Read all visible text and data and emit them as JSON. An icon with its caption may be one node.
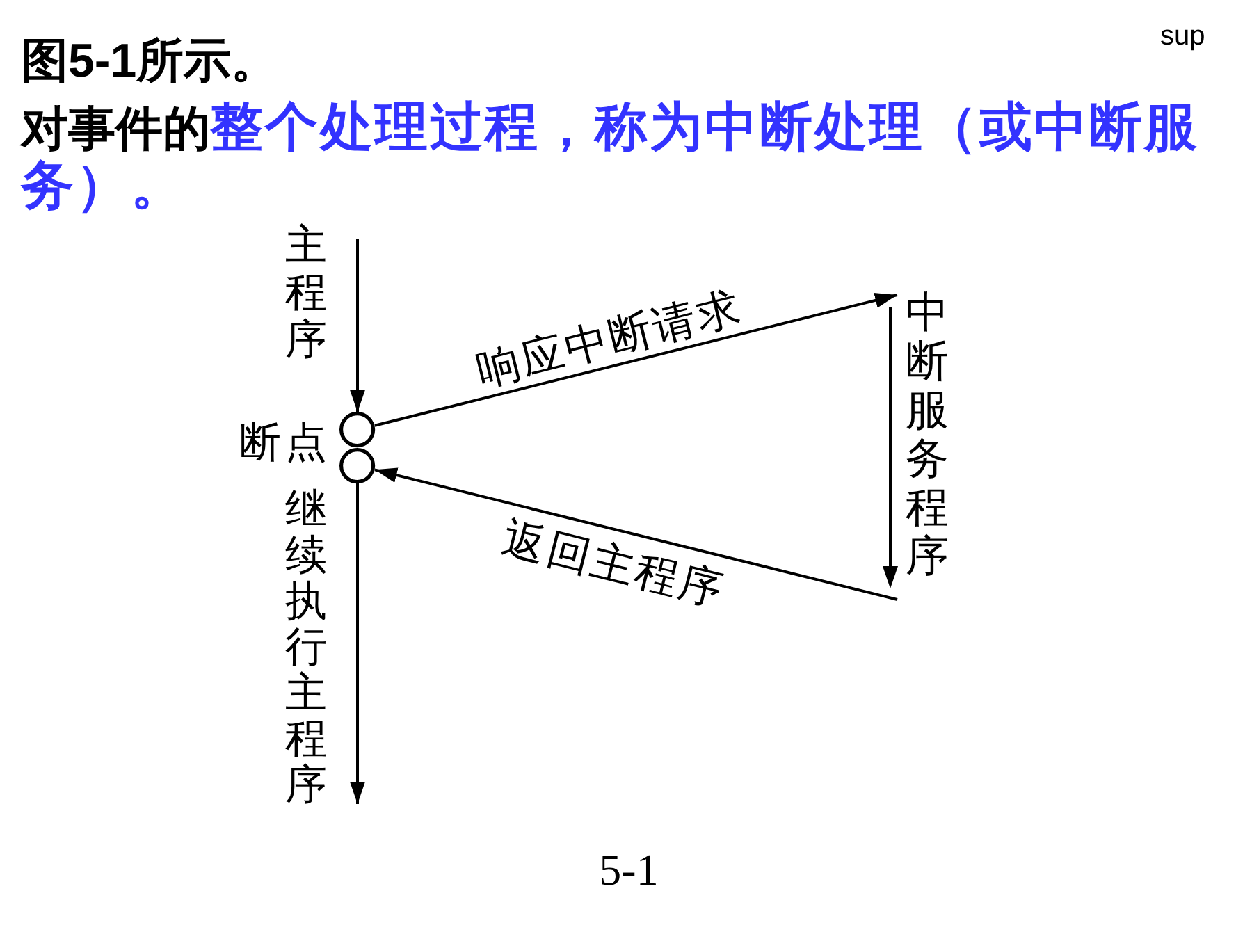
{
  "diagram": {
    "caption": "5-1",
    "nodes": [
      {
        "text": [],
        "shape": "circle"
      },
      {
        "text": [],
        "shape": "circle"
      },
      {
        "text": [
          "中断服务程序"
        ]
      }
    ],
    "edges": [
      {
        "from": null,
        "to": 0,
        "arrow": "to",
        "label": "主程序"
      },
      {
        "from": 0,
        "to": 2,
        "arrow": "to",
        "label": "响应中断请求"
      },
      {
        "from": 2,
        "to": 1,
        "arrow": "to",
        "label": "返回主程序"
      },
      {
        "from": 1,
        "to": null,
        "arrow": "to",
        "label": "继续执行主程序"
      }
    ],
    "labels": [
      "sup",
      "图5-1所示。",
      "对事件的整个处理过程，称为中断处理（或中断服务）。",
      "断点"
    ]
  }
}
